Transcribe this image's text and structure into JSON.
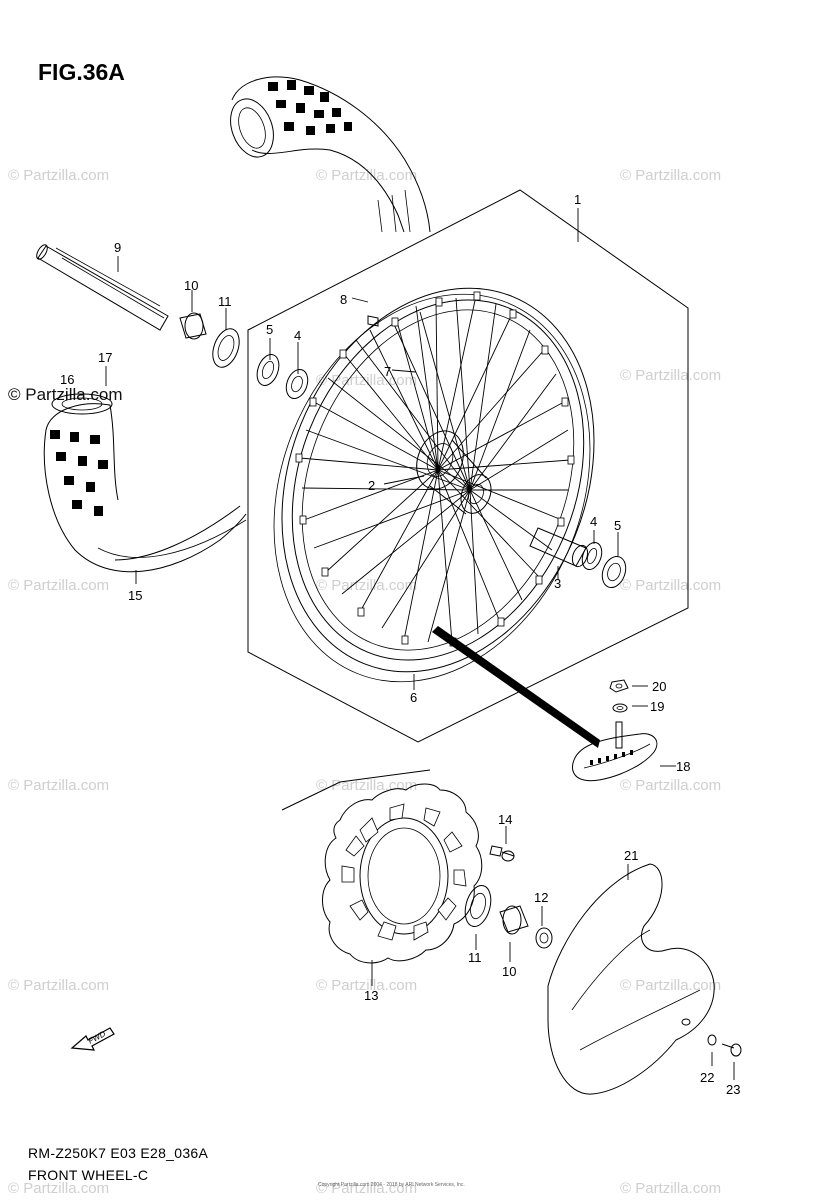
{
  "figure": {
    "id": "FIG.36A",
    "model_code": "RM-Z250K7 E03 E28_036A",
    "title": "FRONT WHEEL-C"
  },
  "watermark": {
    "text": "© Partzilla.com"
  },
  "direction_arrow": {
    "label": "FWD",
    "icon": "fwd-arrow-icon"
  },
  "copyright": {
    "text": "Copyright Partzilla.com 2004 - 2018 by ARI Network Services, Inc."
  },
  "callouts": [
    {
      "num": "1"
    },
    {
      "num": "2"
    },
    {
      "num": "3"
    },
    {
      "num": "4"
    },
    {
      "num": "5"
    },
    {
      "num": "4"
    },
    {
      "num": "5"
    },
    {
      "num": "6"
    },
    {
      "num": "7"
    },
    {
      "num": "8"
    },
    {
      "num": "9"
    },
    {
      "num": "10"
    },
    {
      "num": "11"
    },
    {
      "num": "10"
    },
    {
      "num": "11"
    },
    {
      "num": "12"
    },
    {
      "num": "13"
    },
    {
      "num": "14"
    },
    {
      "num": "15"
    },
    {
      "num": "16"
    },
    {
      "num": "17"
    },
    {
      "num": "18"
    },
    {
      "num": "19"
    },
    {
      "num": "20"
    },
    {
      "num": "21"
    },
    {
      "num": "22"
    },
    {
      "num": "23"
    }
  ]
}
